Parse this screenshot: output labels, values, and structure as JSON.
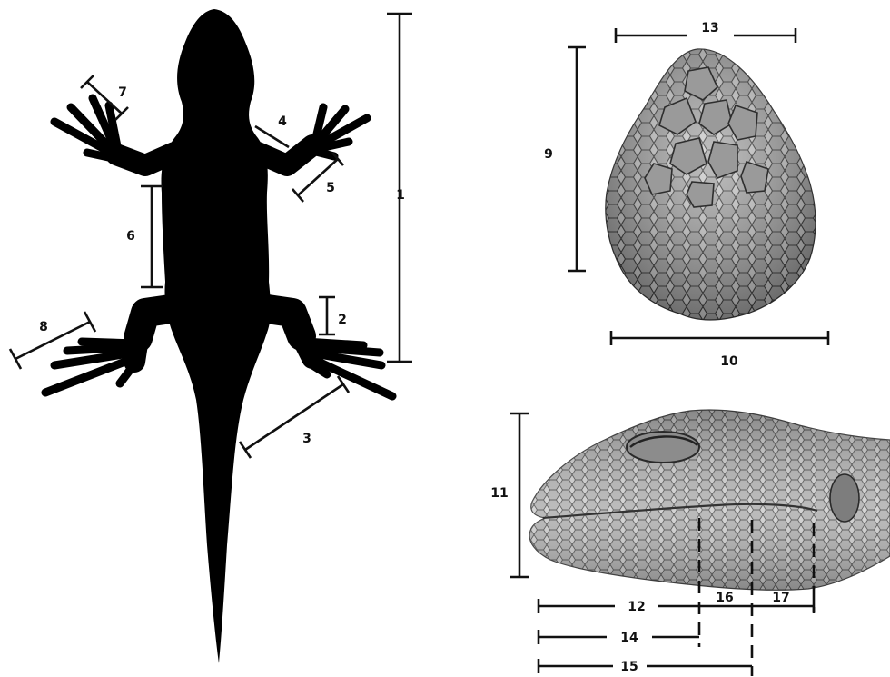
{
  "measurement_labels": {
    "m1": "1",
    "m2": "2",
    "m3": "3",
    "m4": "4",
    "m5": "5",
    "m6": "6",
    "m7": "7",
    "m8": "8",
    "m9": "9",
    "m10": "10",
    "m11": "11",
    "m12": "12",
    "m13": "13",
    "m14": "14",
    "m15": "15",
    "m16": "16",
    "m17": "17"
  },
  "colors": {
    "silhouette": "#000000",
    "line": "#111111",
    "head_scale_dark": "#4a4a4a",
    "head_scale_light": "#c9c9c9"
  }
}
